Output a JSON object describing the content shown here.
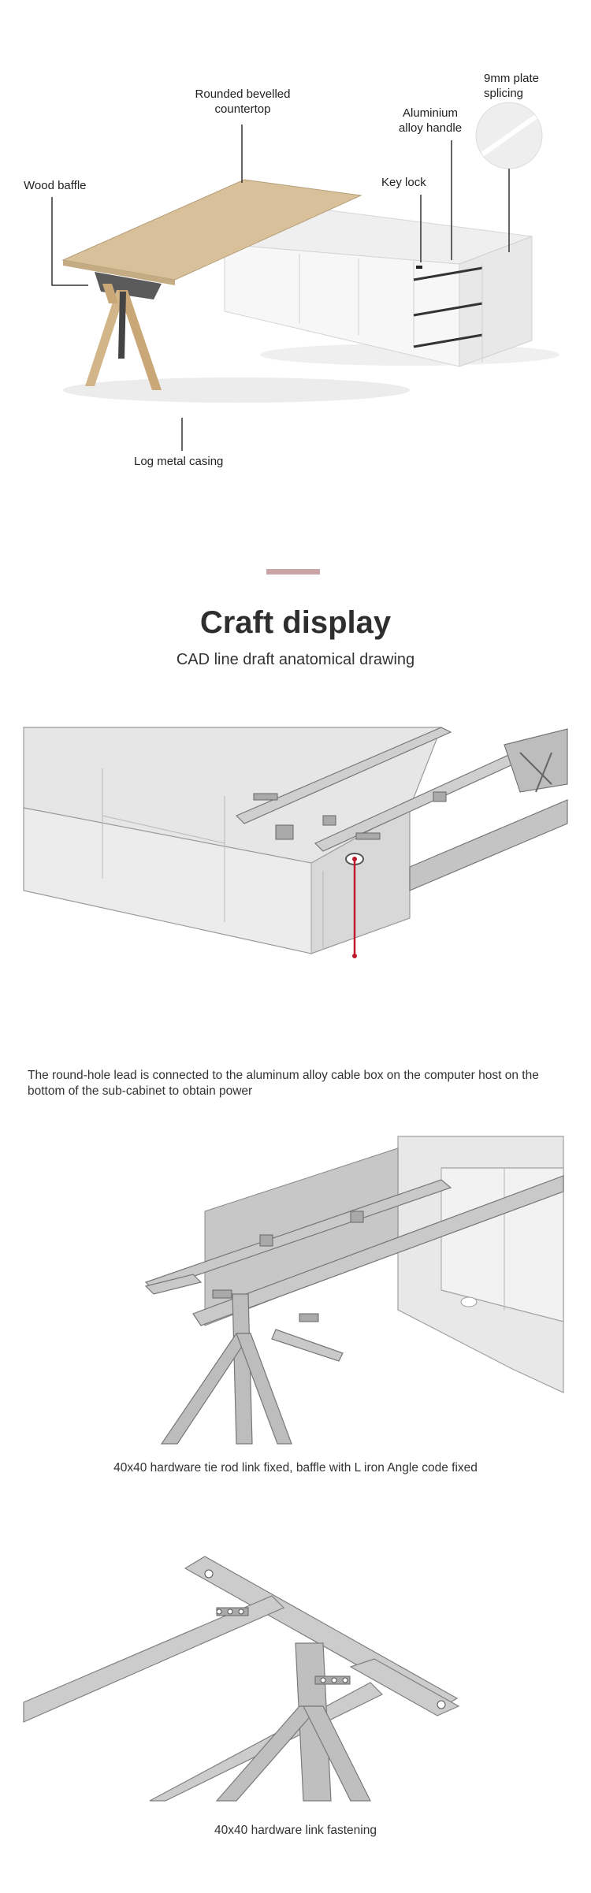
{
  "hero": {
    "callouts": {
      "countertop": "Rounded bevelled countertop",
      "handle": "Aluminium alloy handle",
      "plate": "9mm plate splicing",
      "baffle": "Wood baffle",
      "keylock": "Key lock",
      "casing": "Log metal casing"
    }
  },
  "craft": {
    "title": "Craft display",
    "subtitle": "CAD line draft anatomical drawing"
  },
  "details": [
    {
      "caption": "The round-hole lead is connected to the aluminum alloy cable box on the computer host on the bottom of the sub-cabinet to obtain power"
    },
    {
      "caption": "40x40 hardware tie rod link fixed, baffle with L iron Angle code fixed"
    },
    {
      "caption": "40x40 hardware link fastening"
    }
  ],
  "colors": {
    "accent": "#c9a5a8",
    "wood": "#d8c09a",
    "cable_dot": "#c0182c"
  }
}
